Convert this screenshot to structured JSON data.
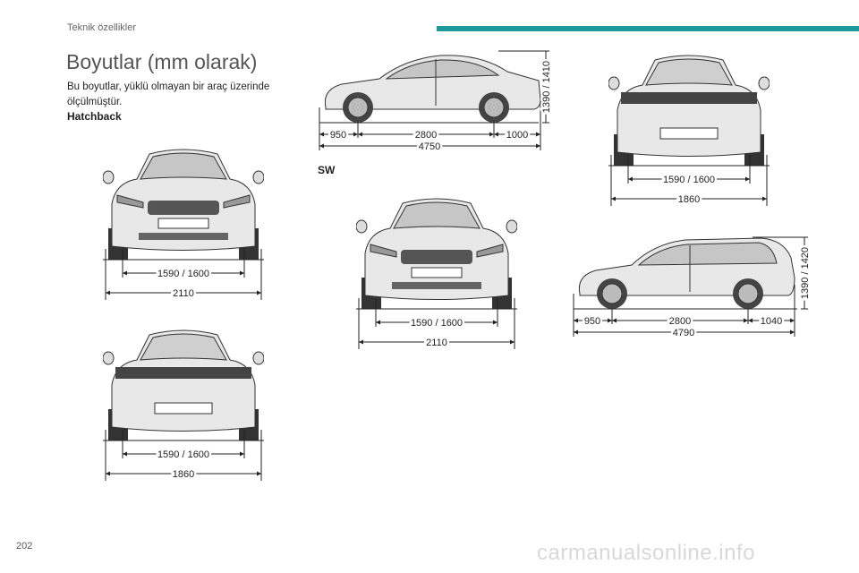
{
  "header": {
    "section": "Teknik özellikler",
    "accent_color": "#1f9a9a"
  },
  "title": "Boyutlar (mm olarak)",
  "intro": "Bu boyutlar, yüklü olmayan bir araç üzerinde ölçülmüştür.",
  "hatchback": {
    "label": "Hatchback",
    "front": {
      "track": "1590 / 1600",
      "width": "2110"
    },
    "rear": {
      "track": "1590 / 1600",
      "width": "1860"
    },
    "side": {
      "front_overhang": "950",
      "wheelbase": "2800",
      "rear_overhang": "1000",
      "length": "4750",
      "height": "1390 / 1410"
    }
  },
  "sw": {
    "label": "SW",
    "front": {
      "track": "1590 / 1600",
      "width": "2110"
    },
    "rear": {
      "track": "1590 / 1600",
      "width": "1860"
    },
    "side": {
      "front_overhang": "950",
      "wheelbase": "2800",
      "rear_overhang": "1040",
      "length": "4790",
      "height": "1390 / 1420"
    }
  },
  "footer": {
    "page_number": "202",
    "watermark": "carmanualsonline.info"
  }
}
